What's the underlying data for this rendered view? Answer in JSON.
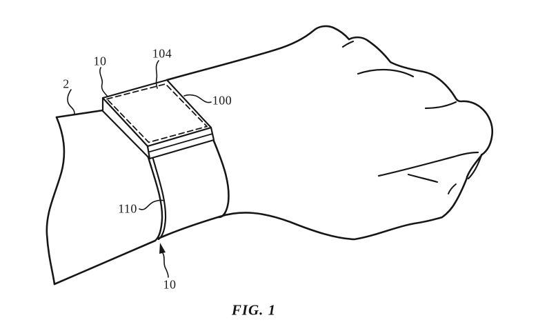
{
  "figure": {
    "caption": "FIG. 1",
    "description": "Patent line drawing of a wrist-worn electronic device (watch) on a hand",
    "colors": {
      "line": "#161616",
      "background": "#ffffff"
    },
    "reference_numerals": [
      {
        "ref": "2",
        "target": "arm"
      },
      {
        "ref": "10",
        "target": "device-top-edge"
      },
      {
        "ref": "104",
        "target": "display-top-face"
      },
      {
        "ref": "100",
        "target": "device-housing"
      },
      {
        "ref": "110",
        "target": "band"
      },
      {
        "ref": "10",
        "target": "band-bottom-edge"
      }
    ]
  }
}
